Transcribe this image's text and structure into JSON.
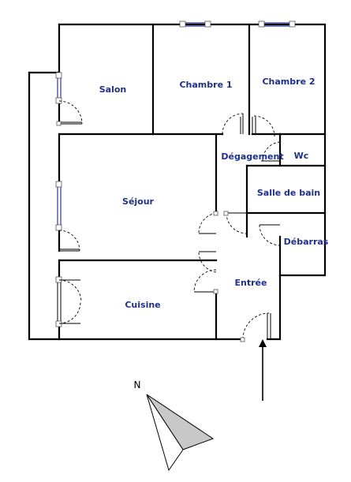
{
  "rooms": {
    "salon": "Salon",
    "chambre1": "Chambre 1",
    "chambre2": "Chambre 2",
    "degagement": "Dégagement",
    "wc": "Wc",
    "salle_de_bain": "Salle de bain",
    "debarras": "Débarras",
    "sejour": "Séjour",
    "entree": "Entrée",
    "cuisine": "Cuisine"
  },
  "compass": {
    "north_label": "N"
  },
  "colors": {
    "label": "#1f2f8a",
    "window": "#2b3aa0",
    "compass_fill": "#c8c8c8"
  }
}
